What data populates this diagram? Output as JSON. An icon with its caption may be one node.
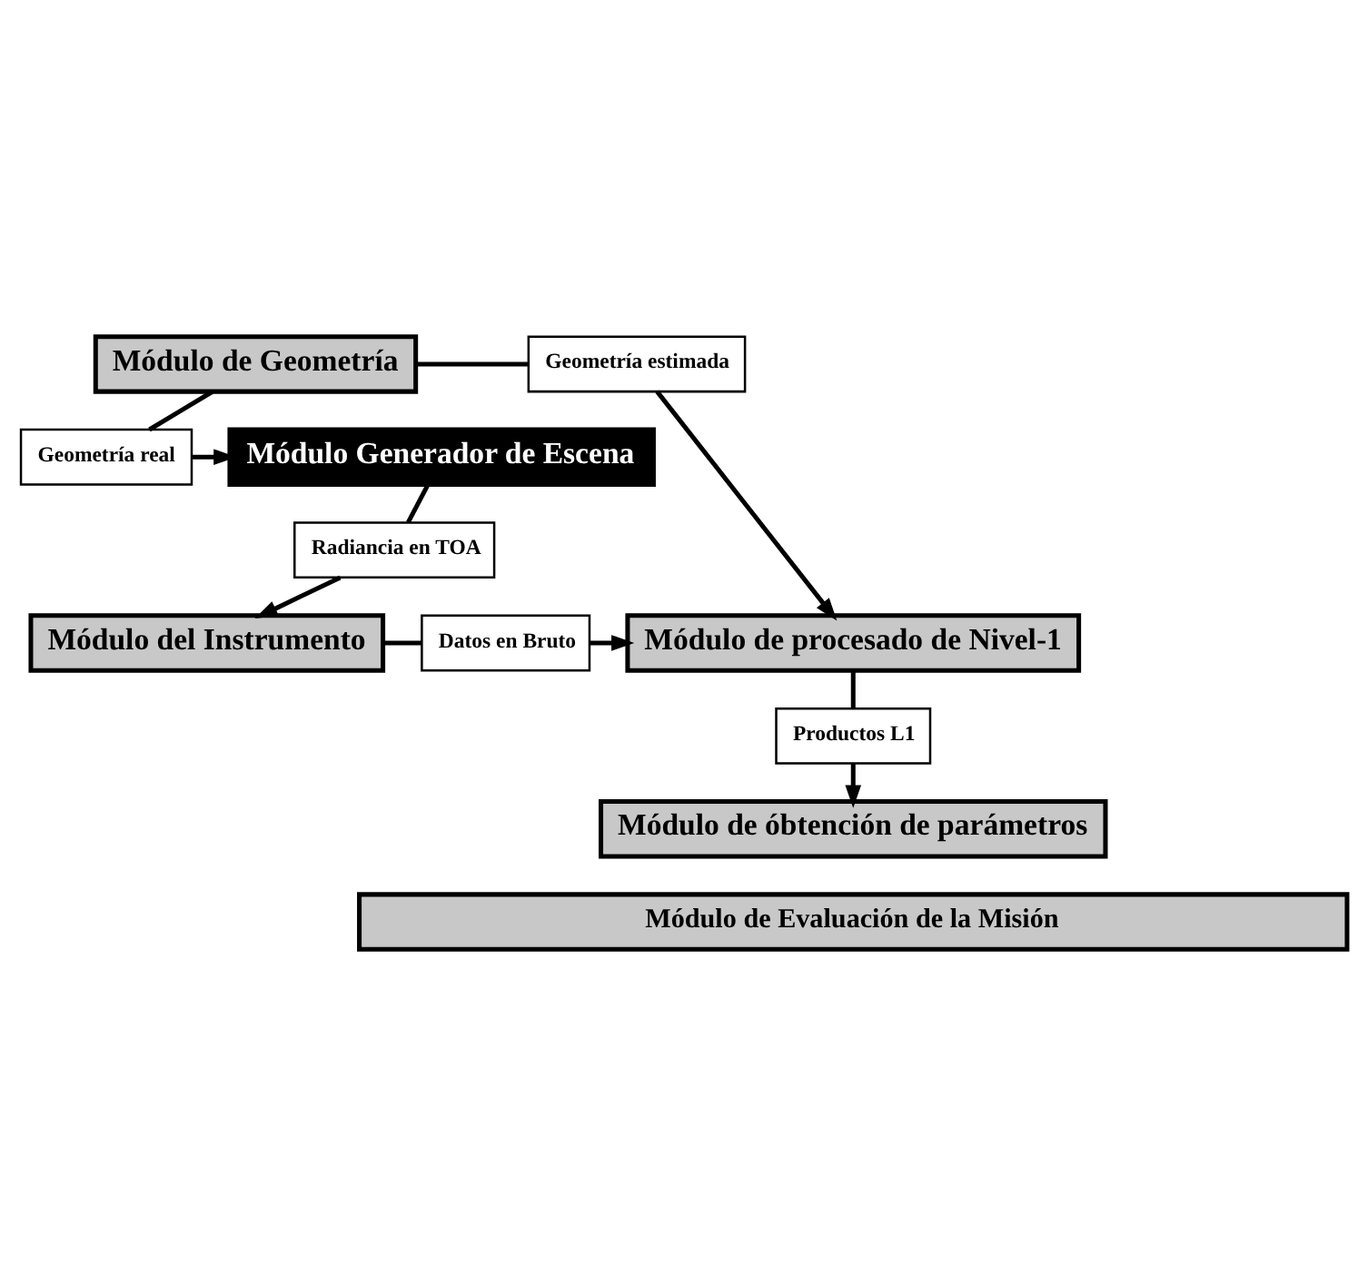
{
  "diagram": {
    "nodes": [
      {
        "text": [
          "Módulo de Geometría"
        ]
      },
      {
        "text": [
          "Geometría estimada"
        ]
      },
      {
        "text": [
          "Geometría real"
        ]
      },
      {
        "text": [
          "Módulo Generador de Escena"
        ]
      },
      {
        "text": [
          "Radiancia en TOA"
        ]
      },
      {
        "text": [
          "Módulo del Instrumento"
        ]
      },
      {
        "text": [
          "Datos en Bruto"
        ]
      },
      {
        "text": [
          "Módulo de procesado de Nivel-1"
        ]
      },
      {
        "text": [
          "Productos L1"
        ]
      },
      {
        "text": [
          "Módulo de óbtención de parámetros"
        ]
      },
      {
        "text": [
          "Módulo de Evaluación de la Misión"
        ]
      }
    ],
    "edges": [
      {
        "from": 0,
        "to": 1,
        "arrow": "none"
      },
      {
        "from": 1,
        "to": 7,
        "arrow": "to"
      },
      {
        "from": 0,
        "to": 2,
        "arrow": "none"
      },
      {
        "from": 2,
        "to": 3,
        "arrow": "to"
      },
      {
        "from": 3,
        "to": 4,
        "arrow": "none"
      },
      {
        "from": 4,
        "to": 5,
        "arrow": "to"
      },
      {
        "from": 5,
        "to": 6,
        "arrow": "none"
      },
      {
        "from": 6,
        "to": 7,
        "arrow": "to"
      },
      {
        "from": 7,
        "to": 8,
        "arrow": "none"
      },
      {
        "from": 8,
        "to": 9,
        "arrow": "to"
      }
    ]
  }
}
